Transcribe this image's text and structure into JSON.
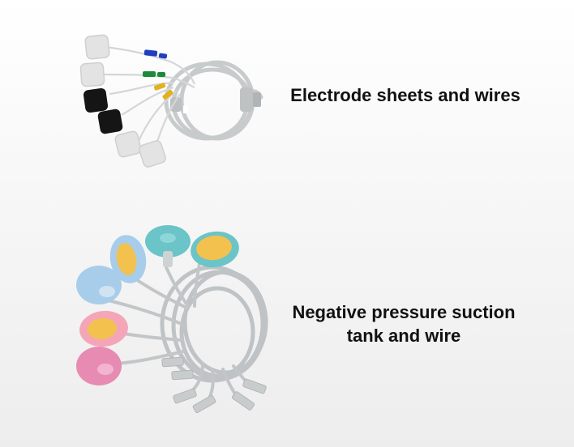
{
  "sections": [
    {
      "caption": "Electrode sheets and wires",
      "image": {
        "subject": "electrode-pads-with-wires-icon",
        "pad_colors": [
          "#e3e3e3",
          "#e3e3e3",
          "#151515",
          "#151515",
          "#e3e3e3",
          "#e3e3e3"
        ],
        "cable_color": "#c8cbcc",
        "connector_colors": [
          "#1f3fbf",
          "#1b8a3a",
          "#e2b21b"
        ]
      }
    },
    {
      "caption_lines": [
        "Negative pressure suction",
        "tank and wire"
      ],
      "image": {
        "subject": "suction-cups-with-wires-icon",
        "cup_colors": [
          "#a7cdea",
          "#6bc4c7",
          "#f2c14e",
          "#f4a6b8",
          "#e78bb3"
        ],
        "sponge_color": "#f2c14e",
        "cable_color": "#bfc3c5"
      }
    }
  ]
}
